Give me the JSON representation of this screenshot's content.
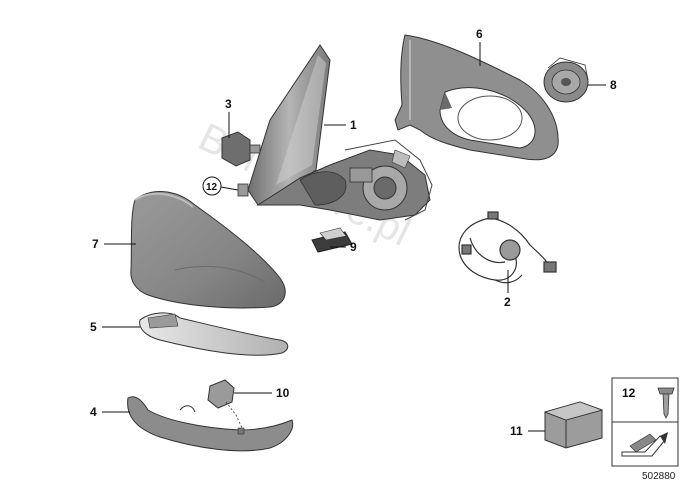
{
  "watermark": "BMWstore.pl",
  "diagram_number": "502880",
  "callouts": {
    "c1": "1",
    "c2": "2",
    "c3": "3",
    "c4": "4",
    "c5": "5",
    "c6": "6",
    "c7": "7",
    "c8": "8",
    "c9": "9",
    "c10": "10",
    "c11": "11",
    "c12": "12",
    "c12_legend": "12"
  },
  "colors": {
    "part_fill": "#8e8e8e",
    "part_dark": "#5e5e5e",
    "part_light": "#c4c4c4",
    "line": "#222222"
  }
}
